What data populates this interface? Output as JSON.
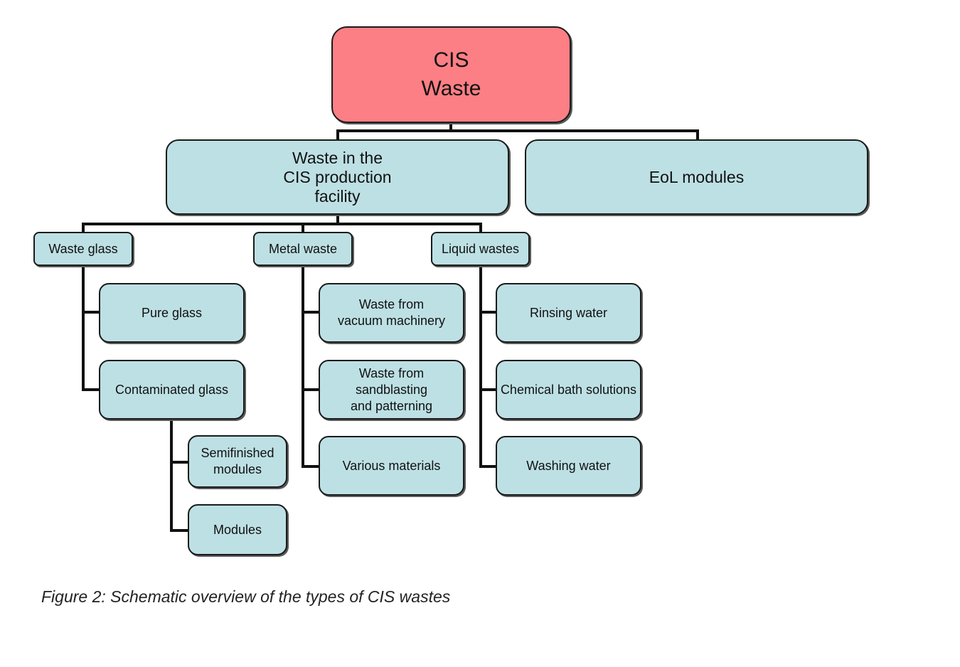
{
  "root": {
    "lines": [
      "CIS",
      "Waste"
    ]
  },
  "level1": {
    "production": {
      "lines": [
        "Waste in the",
        "CIS production",
        "facility"
      ]
    },
    "eol": {
      "label": "EoL modules"
    }
  },
  "level2": {
    "waste_glass": "Waste glass",
    "metal_waste": "Metal waste",
    "liquid_wastes": "Liquid wastes"
  },
  "glass": {
    "pure": "Pure glass",
    "contaminated": "Contaminated glass",
    "semifinished": [
      "Semifinished",
      "modules"
    ],
    "modules": "Modules"
  },
  "metal": {
    "vacuum": [
      "Waste from",
      "vacuum machinery"
    ],
    "sandblasting": [
      "Waste from",
      "sandblasting",
      "and patterning"
    ],
    "various": "Various materials"
  },
  "liquid": {
    "rinsing": "Rinsing water",
    "chemical": "Chemical bath solutions",
    "washing": "Washing water"
  },
  "caption": "Figure 2: Schematic overview of the types of CIS wastes"
}
